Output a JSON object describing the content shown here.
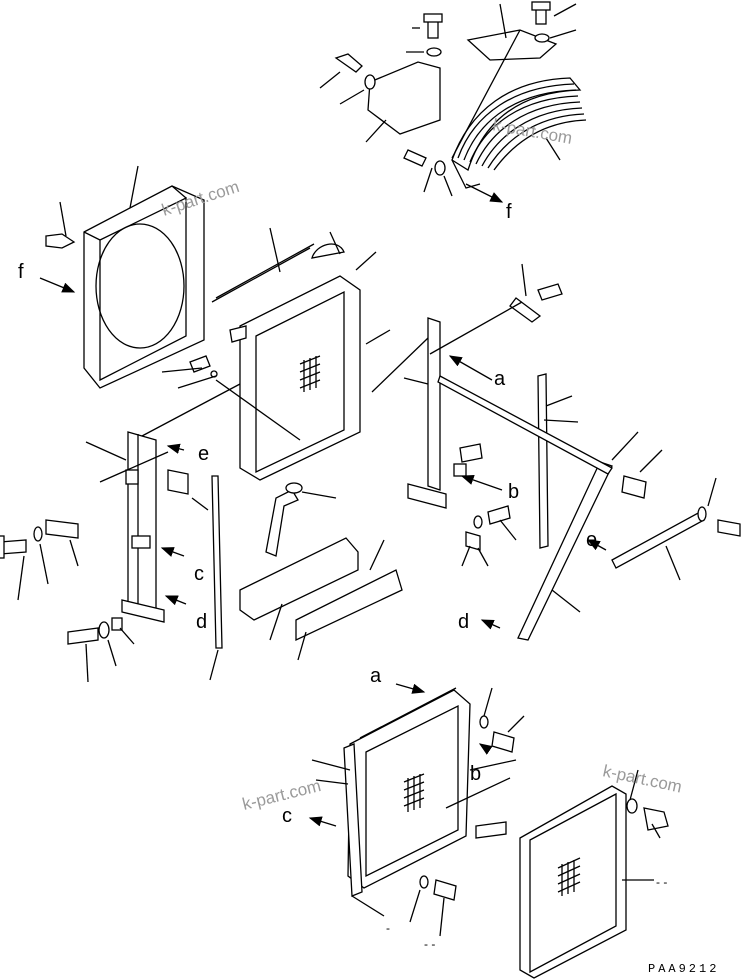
{
  "diagram": {
    "drawing_code": "PAA9212",
    "watermark": "k-part.com",
    "callout_letters": [
      "a",
      "b",
      "c",
      "d",
      "e",
      "f"
    ],
    "dash_marks": [
      "- -",
      "- -",
      "-"
    ]
  }
}
